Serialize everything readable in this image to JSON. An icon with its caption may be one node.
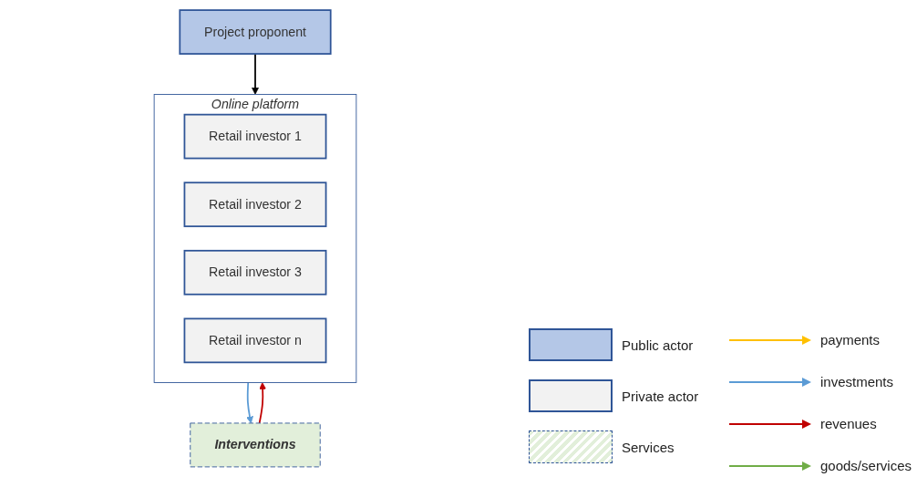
{
  "diagram": {
    "nodes": [
      {
        "text": [
          "Project proponent"
        ]
      },
      {
        "text": [
          "Online platform"
        ]
      },
      {
        "text": [
          "Retail investor 1"
        ],
        "in": 1
      },
      {
        "text": [
          "Retail investor 2"
        ],
        "in": 1
      },
      {
        "text": [
          "Retail investor 3"
        ],
        "in": 1
      },
      {
        "text": [
          "Retail investor n"
        ],
        "in": 1
      },
      {
        "text": [
          "Interventions"
        ]
      }
    ],
    "edges": [
      {
        "from": 0,
        "to": 1,
        "arrow": "to",
        "color": "#000000"
      },
      {
        "from": 1,
        "to": 6,
        "arrow": "to",
        "color": "#5b9bd5"
      },
      {
        "from": 6,
        "to": 1,
        "arrow": "to",
        "color": "#c00000"
      }
    ],
    "legend": [
      {
        "text": "Public actor",
        "color": "#b4c7e7"
      },
      {
        "text": "Private actor",
        "color": "#f2f2f2"
      },
      {
        "text": "Services"
      },
      {
        "text": "payments"
      },
      {
        "text": "investments"
      },
      {
        "text": "revenues"
      },
      {
        "text": "goods/services"
      }
    ]
  }
}
